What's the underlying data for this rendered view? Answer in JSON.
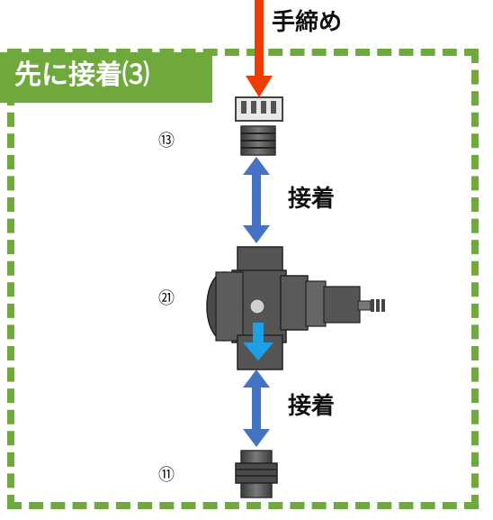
{
  "title": "先に接着⑶",
  "hand_tighten_label": "手締め",
  "bond_label_top": "接着",
  "bond_label_bottom": "接着",
  "part_13": "⑬",
  "part_21": "㉑",
  "part_11": "⑪",
  "colors": {
    "frame_green": "#6fa93c",
    "red_arrow": "#f03c00",
    "blue_arrow": "#4472c4",
    "flow_arrow": "#1ea0e6",
    "part_gray": "#555555"
  },
  "icons": [
    "down-arrow-icon",
    "double-arrow-icon",
    "flow-arrow-icon"
  ]
}
